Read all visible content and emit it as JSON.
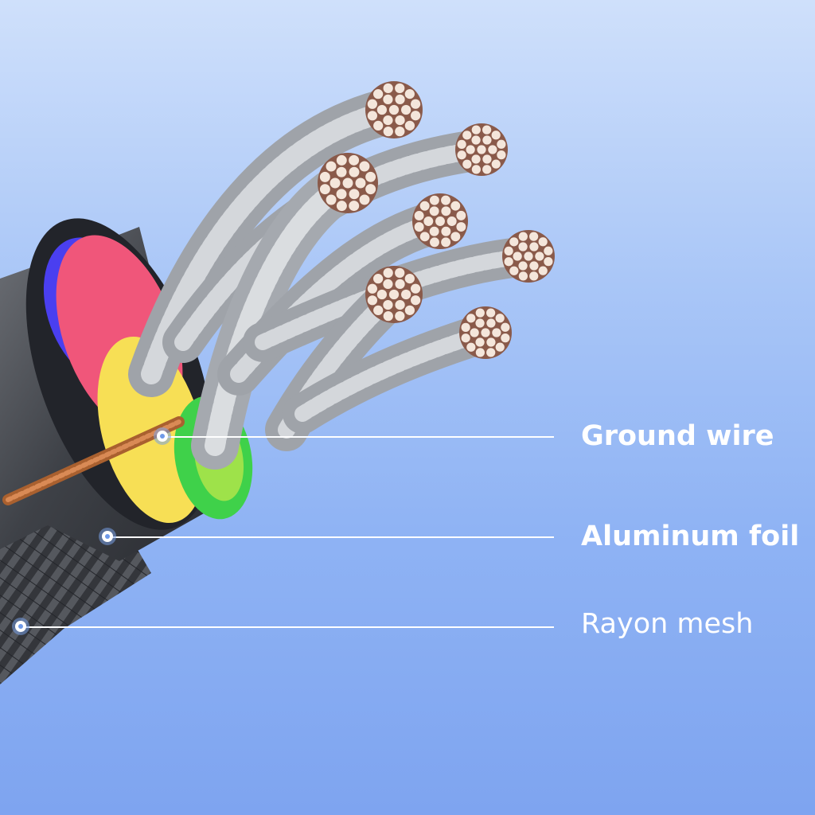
{
  "labels": {
    "ground_wire": "Ground wire",
    "aluminum_foil": "Aluminum foil",
    "rayon_mesh": "Rayon mesh"
  },
  "colors": {
    "background_top": "#cfe0fb",
    "background_bottom": "#7ea4f0",
    "callout": "#ffffff",
    "core_blue": "#4a3ff0",
    "core_red": "#f0567a",
    "core_yellow": "#f7df55",
    "core_green": "#3fd14a",
    "copper": "#c77a45",
    "strand_gray": "#a9adb3"
  },
  "icons": [
    "cable-cross-section-illustration"
  ]
}
